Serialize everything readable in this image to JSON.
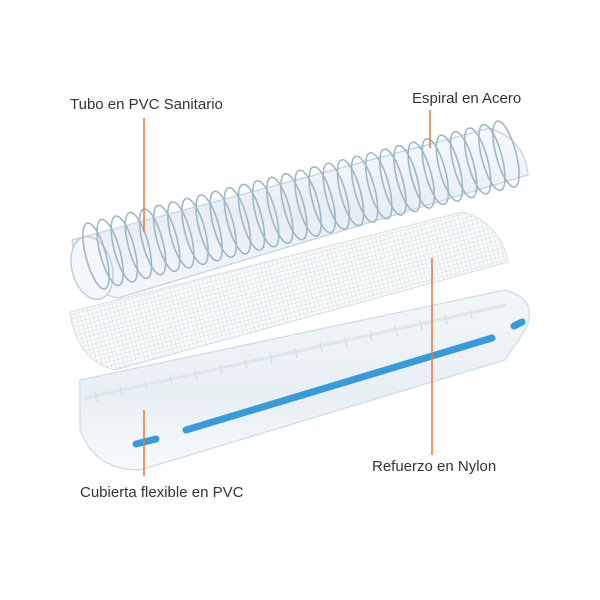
{
  "labels": {
    "tube": "Tubo en PVC Sanitario",
    "spiral": "Espiral en Acero",
    "reinforcement": "Refuerzo en Nylon",
    "cover": "Cubierta flexible en PVC"
  },
  "colors": {
    "leader": "#e07a3c",
    "stripe": "#3a9ad9",
    "coil": "#9fb7c6",
    "tube_fill": "#eef4f8",
    "tube_edge": "#c9d8e2",
    "mesh": "#d8dee3",
    "text": "#333333"
  }
}
